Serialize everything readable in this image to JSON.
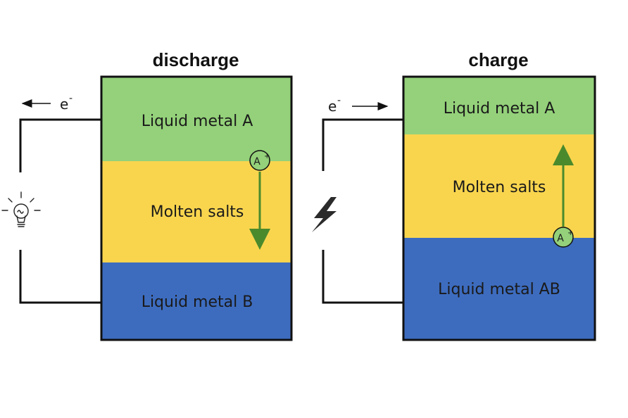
{
  "discharge": {
    "title": "discharge",
    "layers": {
      "top": "Liquid metal A",
      "middle": "Molten salts",
      "bottom": "Liquid metal B"
    },
    "electron_label": "e",
    "electron_sup": "-",
    "ion_label": "A",
    "ion_sup": "+"
  },
  "charge": {
    "title": "charge",
    "layers": {
      "top": "Liquid metal A",
      "middle": "Molten salts",
      "bottom": "Liquid metal AB"
    },
    "electron_label": "e",
    "electron_sup": "-",
    "ion_label": "A",
    "ion_sup": "+"
  },
  "colors": {
    "green": "#94d17a",
    "yellow": "#f9d54e",
    "blue": "#3d6cbf",
    "arrow": "#4a8a2c",
    "ion_fill": "#94d17a"
  },
  "icons": {
    "load": "lightbulb-icon",
    "source": "lightning-bolt-icon"
  }
}
